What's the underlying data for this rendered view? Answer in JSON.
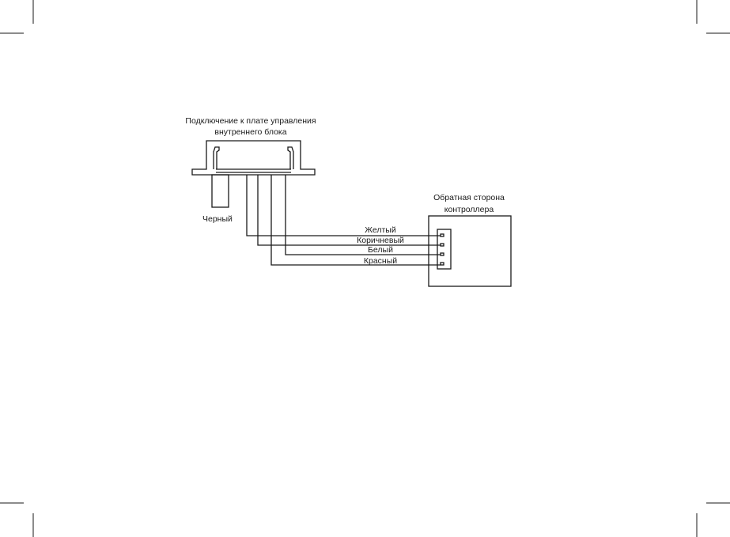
{
  "board": {
    "title_line1": "Подключение к плате управления",
    "title_line2": "внутреннего блока"
  },
  "controller": {
    "title_line1": "Обратная сторона",
    "title_line2": "контроллера"
  },
  "wires": {
    "black": "Черный",
    "yellow": "Желтый",
    "brown": "Коричневый",
    "white": "Белый",
    "red": "Красный"
  },
  "colors": {
    "line": "#1a1a1a",
    "background": "#ffffff"
  }
}
